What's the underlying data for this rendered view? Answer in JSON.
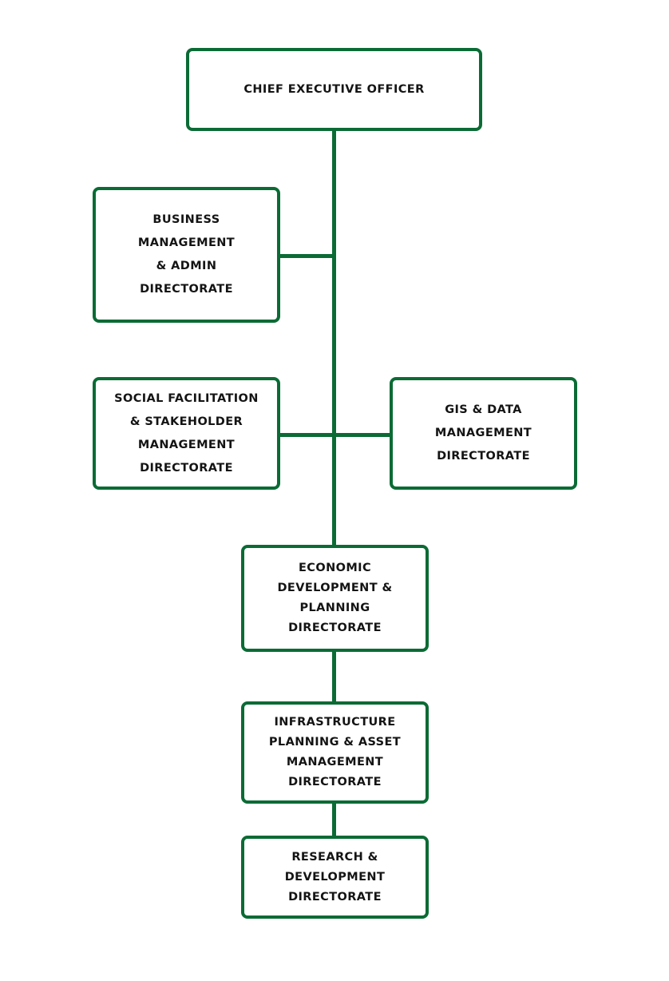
{
  "colors": {
    "accent": "#0b6b35"
  },
  "nodes": {
    "ceo": "CHIEF EXECUTIVE OFFICER",
    "business": "BUSINESS\nMANAGEMENT\n& ADMIN\nDIRECTORATE",
    "social": "SOCIAL FACILITATION\n& STAKEHOLDER\nMANAGEMENT\nDIRECTORATE",
    "gis": "GIS & DATA\nMANAGEMENT\nDIRECTORATE",
    "economic": "ECONOMIC\nDEVELOPMENT &\nPLANNING\nDIRECTORATE",
    "infrastructure": "INFRASTRUCTURE\nPLANNING & ASSET\nMANAGEMENT\nDIRECTORATE",
    "research": "RESEARCH &\nDEVELOPMENT\nDIRECTORATE"
  }
}
